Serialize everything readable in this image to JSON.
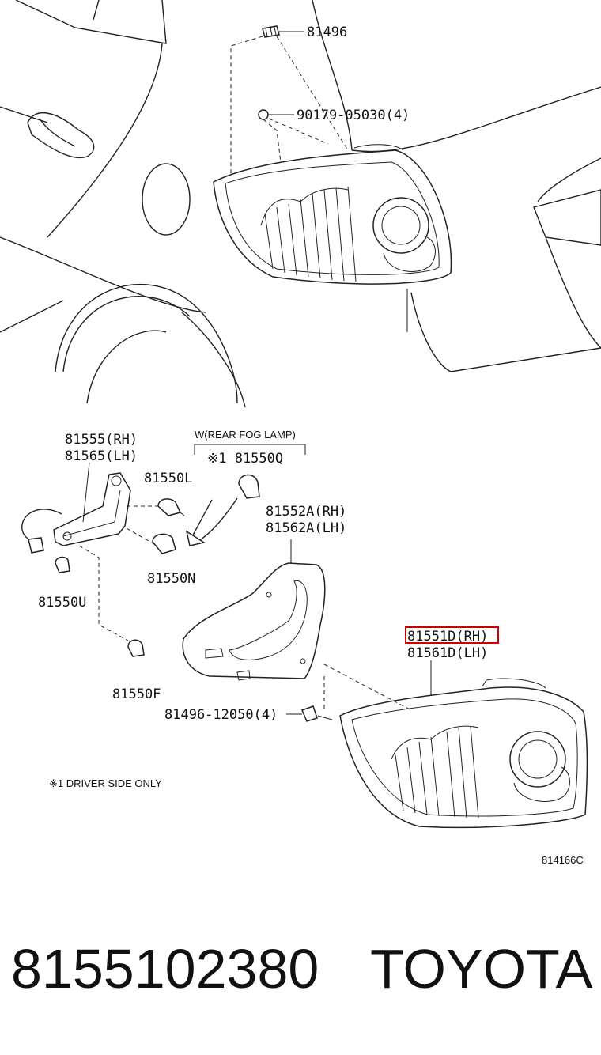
{
  "labels": {
    "p81496": "81496",
    "p90179": "90179-05030(4)",
    "p81555": "81555(RH)",
    "p81565": "81565(LH)",
    "p81550L": "81550L",
    "fog_header": "W(REAR FOG LAMP)",
    "p81550Q": "※1 81550Q",
    "p81552A": "81552A(RH)",
    "p81562A": "81562A(LH)",
    "p81550N": "81550N",
    "p81550U": "81550U",
    "p81550F": "81550F",
    "p81551D": "81551D(RH)",
    "p81561D": "81561D(LH)",
    "p81496_12050": "81496-12050(4)",
    "footnote": "※1  DRIVER SIDE ONLY",
    "diagram_code": "814166C"
  },
  "highlight": {
    "color": "#cc0000"
  },
  "caption": {
    "part_number": "8155102380",
    "brand": "TOYOTA"
  }
}
